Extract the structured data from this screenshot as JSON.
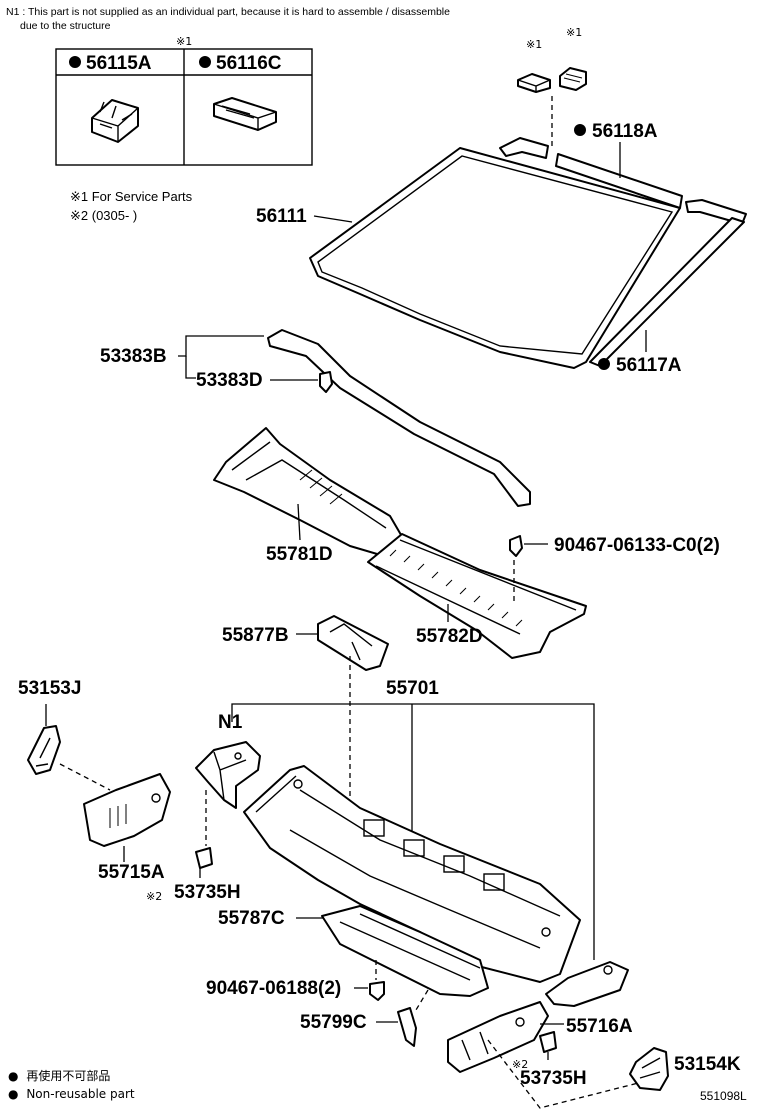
{
  "header_note": {
    "line1": "N1 : This part is not supplied as an individual part, because it is hard to assemble / disassemble",
    "line2": "due to the structure"
  },
  "inset_box": {
    "mark": "※1",
    "left_part": "56115A",
    "right_part": "56116C"
  },
  "service_notes": {
    "note1": "※1 For Service Parts",
    "note2": "※2 (0305-        )"
  },
  "parts": {
    "p56118A": "56118A",
    "p56111": "56111",
    "p56117A": "56117A",
    "p53383B": "53383B",
    "p53383D": "53383D",
    "p90467_06133": "90467-06133-C0(2)",
    "p55781D": "55781D",
    "p55782D": "55782D",
    "p55877B": "55877B",
    "p55701": "55701",
    "p53153J": "53153J",
    "pN1": "N1",
    "p55715A": "55715A",
    "p53735H_left": "53735H",
    "p55787C": "55787C",
    "p90467_06188": "90467-06188(2)",
    "p55799C": "55799C",
    "p55716A": "55716A",
    "p53735H_right": "53735H",
    "p53154K": "53154K"
  },
  "marks": {
    "mark1_a": "※1",
    "mark1_b": "※1",
    "mark2_left": "※2",
    "mark2_right": "※2"
  },
  "legend": {
    "jp": "再使用不可部品",
    "en": "Non-reusable part"
  },
  "diagram_code": "551098L"
}
